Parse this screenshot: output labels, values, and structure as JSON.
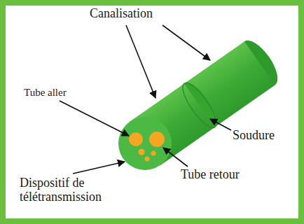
{
  "diagram": {
    "labels": [
      "Canalisation",
      "Tube aller",
      "Soudure",
      "Tube retour",
      "Dispositif de télétransmission"
    ]
  }
}
